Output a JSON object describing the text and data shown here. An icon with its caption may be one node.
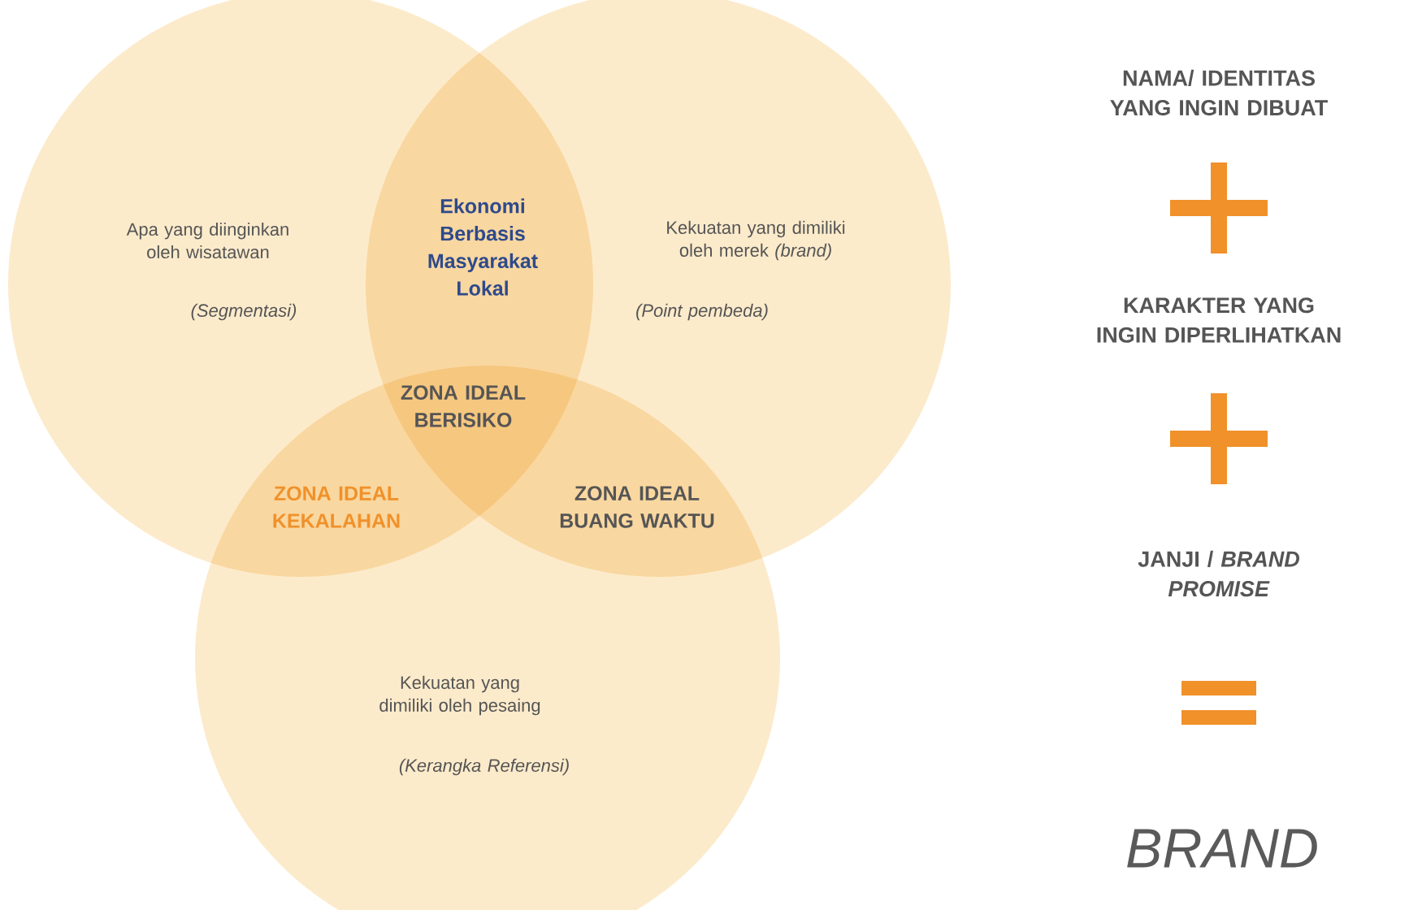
{
  "diagram": {
    "nodes": [
      {
        "text": [
          "Apa yang diinginkan oleh wisatawan",
          "(Segmentasi)"
        ]
      },
      {
        "text": [
          "Kekuatan yang dimiliki oleh merek *(brand)*",
          "(Point pembeda)"
        ]
      },
      {
        "text": [
          "Kekuatan yang dimiliki oleh pesaing",
          "(Kerangka Referensi)"
        ]
      }
    ],
    "labels": [
      "Ekonomi Berbasis Masyarakat Lokal",
      "ZONA IDEAL BERISIKO",
      "ZONA IDEAL KEKALAHAN",
      "ZONA IDEAL BUANG WAKTU",
      "NAMA/ IDENTITAS YANG INGIN DIBUAT",
      "KARAKTER YANG INGIN DIPERLIHATKAN",
      "JANJI / *BRAND PROMISE*",
      "BRAND"
    ]
  }
}
